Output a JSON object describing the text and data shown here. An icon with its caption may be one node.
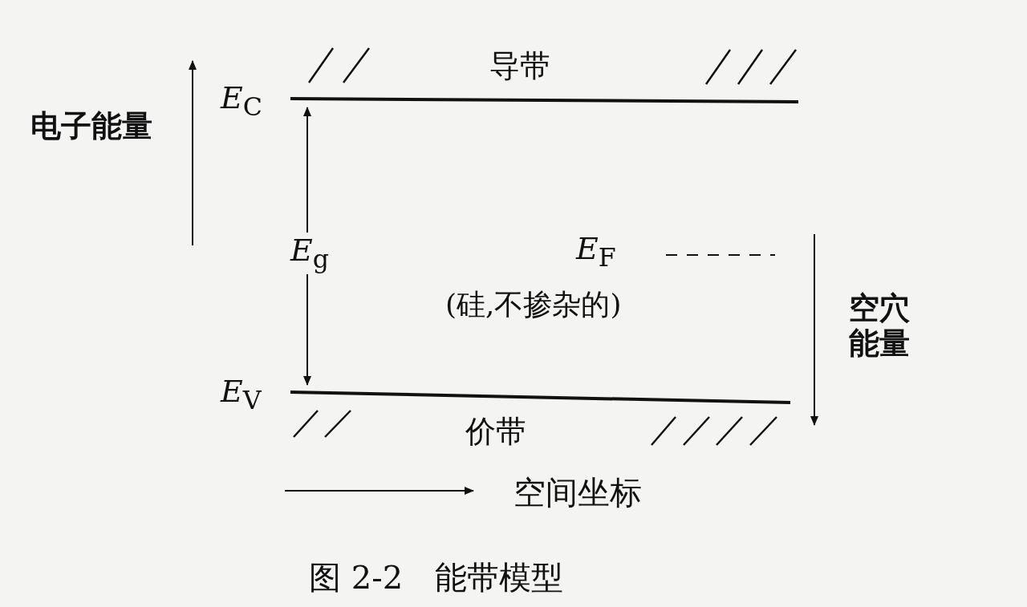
{
  "diagram": {
    "caption": "图 2-2　能带模型",
    "labels": [
      "导带",
      "*E*$_{C}$",
      "电子能量",
      "*E*$_{g}$",
      "*E*$_{F}$",
      "(硅,不掺杂的)",
      "空穴能量",
      "*E*$_{V}$",
      "价带",
      "空间坐标"
    ]
  }
}
